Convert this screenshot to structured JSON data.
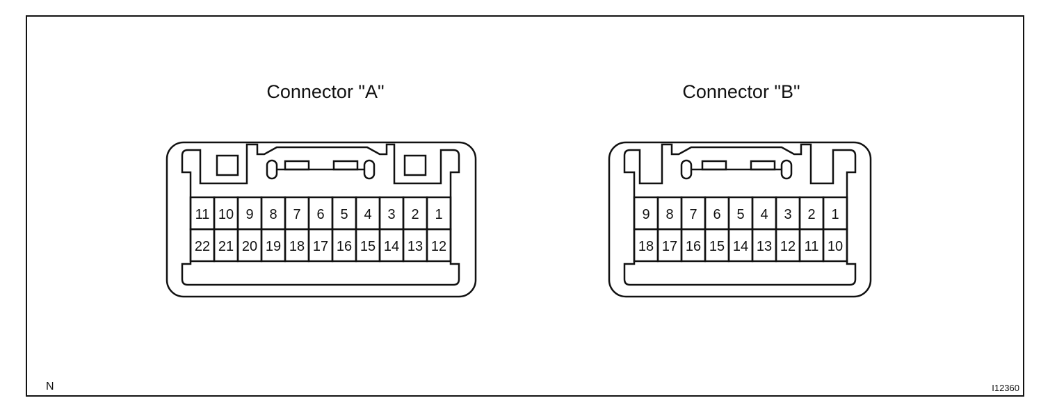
{
  "connectors": [
    {
      "title": "Connector \"A\"",
      "rows": [
        [
          "11",
          "10",
          "9",
          "8",
          "7",
          "6",
          "5",
          "4",
          "3",
          "2",
          "1"
        ],
        [
          "22",
          "21",
          "20",
          "19",
          "18",
          "17",
          "16",
          "15",
          "14",
          "13",
          "12"
        ]
      ]
    },
    {
      "title": "Connector \"B\"",
      "rows": [
        [
          "9",
          "8",
          "7",
          "6",
          "5",
          "4",
          "3",
          "2",
          "1"
        ],
        [
          "18",
          "17",
          "16",
          "15",
          "14",
          "13",
          "12",
          "11",
          "10"
        ]
      ]
    }
  ],
  "corner_left": "N",
  "figure_id": "I12360"
}
